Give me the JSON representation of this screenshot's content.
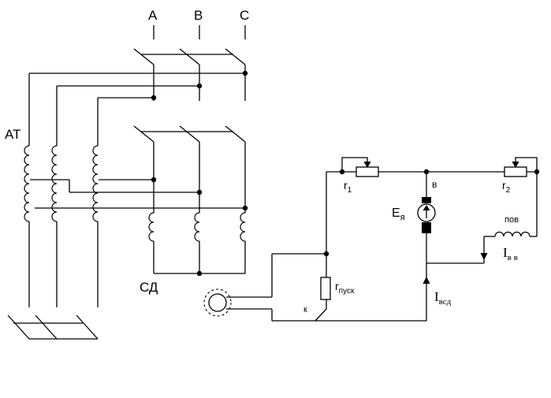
{
  "labels": {
    "phase_a": "A",
    "phase_b": "B",
    "phase_c": "C",
    "autotransformer": "AT",
    "synchronous_motor": "СД",
    "r1_main": "r",
    "r1_sub": "1",
    "r2_main": "r",
    "r2_sub": "2",
    "start_resistor_main": "r",
    "start_resistor_sub": "пуск",
    "key": "к",
    "exciter_node": "в",
    "emf_main": "E",
    "emf_sub": "я",
    "field_winding": "пов",
    "field_current_main": "I",
    "field_current_sub": "в в",
    "motor_field_current_main": "I",
    "motor_field_current_sub": "всд"
  }
}
